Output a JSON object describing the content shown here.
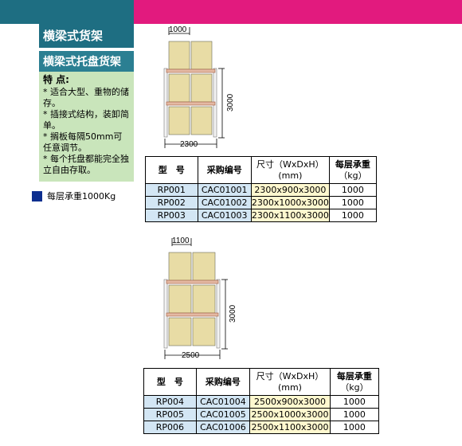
{
  "header": {
    "teal_color": "#1e6e82",
    "pink_color": "#e21a7e"
  },
  "panel": {
    "title": "横梁式货架",
    "subtitle": "横梁式托盘货架",
    "features_heading": "特 点:",
    "features": [
      "* 适合大型、重物的储存。",
      "* 插接式结构，装卸简单。",
      "* 搁板每隔50mm可任意调节。",
      "* 每个托盘都能完全独立自由存取。"
    ],
    "legend": "每层承重1000Kg"
  },
  "diagram1": {
    "width_label": "1000",
    "height_label": "3000",
    "total_label": "2300"
  },
  "diagram2": {
    "width_label": "1100",
    "height_label": "3000",
    "total_label": "2500"
  },
  "table_headers": {
    "model": "型　号",
    "code": "采购编号",
    "size": "尺寸（WxDxH）",
    "size_unit": "(mm)",
    "load": "每层承重",
    "load_unit": "（kg）"
  },
  "table1": [
    {
      "model": "RP001",
      "code": "CAC01001",
      "size": "2300x900x3000",
      "load": "1000"
    },
    {
      "model": "RP002",
      "code": "CAC01002",
      "size": "2300x1000x3000",
      "load": "1000"
    },
    {
      "model": "RP003",
      "code": "CAC01003",
      "size": "2300x1100x3000",
      "load": "1000"
    }
  ],
  "table2": [
    {
      "model": "RP004",
      "code": "CAC01004",
      "size": "2500x900x3000",
      "load": "1000"
    },
    {
      "model": "RP005",
      "code": "CAC01005",
      "size": "2500x1000x3000",
      "load": "1000"
    },
    {
      "model": "RP006",
      "code": "CAC01006",
      "size": "2500x1100x3000",
      "load": "1000"
    }
  ]
}
